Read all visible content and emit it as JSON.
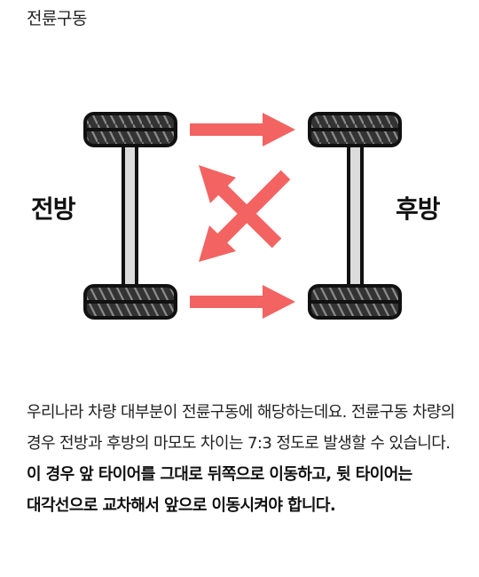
{
  "heading": "전륜구동",
  "diagram": {
    "front_label": "전방",
    "rear_label": "후방",
    "colors": {
      "arrow": "#f26362",
      "tire_fill": "#333333",
      "axle_fill": "#dcdcdc",
      "outline": "#111111"
    }
  },
  "paragraph": {
    "normal": "우리나라 차량 대부분이 전륜구동에 해당하는데요. 전륜구동 차량의 경우 전방과 후방의 마모도 차이는 7:3 정도로 발생할 수 있습니다.",
    "bold": "이 경우 앞 타이어를 그대로 뒤쪽으로 이동하고, 뒷 타이어는 대각선으로 교차해서 앞으로 이동시켜야 합니다."
  }
}
